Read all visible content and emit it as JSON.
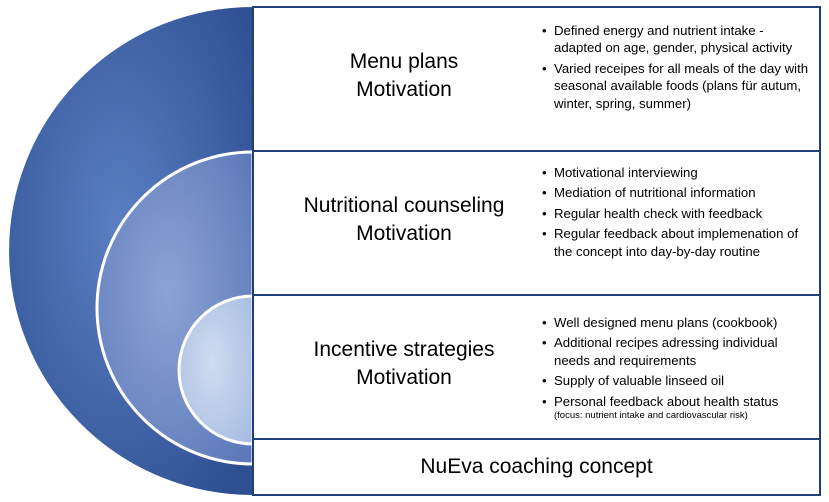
{
  "colors": {
    "outer_arc": "#3a5fa8",
    "middle_arc": "#6f8ac6",
    "inner_arc": "#b9cbe8",
    "border": "#1f3f7a"
  },
  "panels": [
    {
      "title": "Menu plans",
      "subtitle": "Motivation",
      "bullets": [
        "Defined energy and nutrient intake - adapted on age, gender, physical activity",
        "Varied receipes for all meals of the day with seasonal available foods (plans für autum, winter, spring, summer)"
      ]
    },
    {
      "title": "Nutritional counseling",
      "subtitle": "Motivation",
      "bullets": [
        "Motivational interviewing",
        "Mediation of nutritional information",
        "Regular health check with feedback",
        "Regular feedback about implemenation  of the concept into day-by-day routine"
      ]
    },
    {
      "title": "Incentive strategies",
      "subtitle": "Motivation",
      "bullets": [
        "Well designed menu plans (cookbook)",
        "Additional recipes adressing individual needs and requirements",
        "Supply of valuable linseed oil",
        "Personal feedback about health status"
      ],
      "note": "(focus: nutrient intake and cardiovascular risk)"
    }
  ],
  "footer": {
    "label": "NuEva coaching concept"
  }
}
